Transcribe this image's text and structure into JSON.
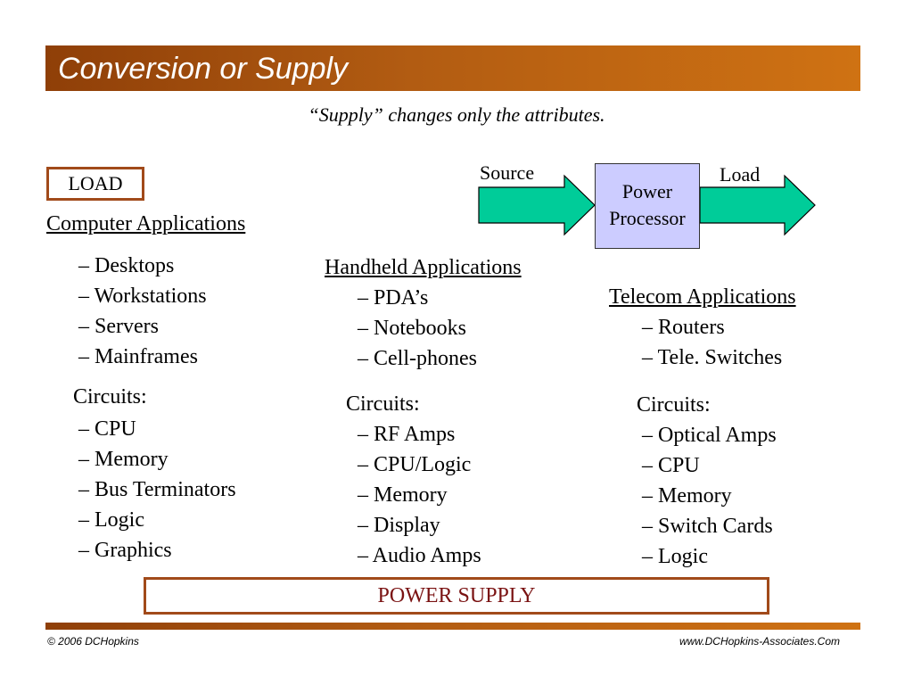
{
  "title": "Conversion or Supply",
  "subtitle": "“Supply” changes only the attributes.",
  "load_label": "LOAD",
  "power_supply_label": "POWER SUPPLY",
  "diagram": {
    "source_label": "Source",
    "load_label": "Load",
    "processor_line1": "Power",
    "processor_line2": "Processor",
    "arrow_color": "#00cc99",
    "box_color": "#ccccff"
  },
  "computer": {
    "heading": "Computer Applications",
    "items": [
      "– Desktops",
      "– Workstations",
      "– Servers",
      "– Mainframes"
    ],
    "circuits_label": "Circuits:",
    "circuits": [
      "– CPU",
      "– Memory",
      "– Bus Terminators",
      "– Logic",
      "– Graphics"
    ]
  },
  "handheld": {
    "heading": "Handheld Applications",
    "items": [
      "– PDA’s",
      "– Notebooks",
      "– Cell-phones"
    ],
    "circuits_label": "Circuits:",
    "circuits": [
      "– RF Amps",
      "– CPU/Logic",
      "– Memory",
      "– Display",
      "– Audio Amps"
    ]
  },
  "telecom": {
    "heading": "Telecom Applications",
    "items": [
      "– Routers",
      "– Tele. Switches"
    ],
    "circuits_label": "Circuits:",
    "circuits": [
      "– Optical Amps",
      "– CPU",
      "– Memory",
      "– Switch Cards",
      "– Logic"
    ]
  },
  "footer": {
    "left": "© 2006 DCHopkins",
    "right": "www.DCHopkins-Associates.Com"
  },
  "colors": {
    "title_bar": "#b25c12",
    "border": "#a14a1a",
    "power_supply_text": "#7a1212"
  }
}
